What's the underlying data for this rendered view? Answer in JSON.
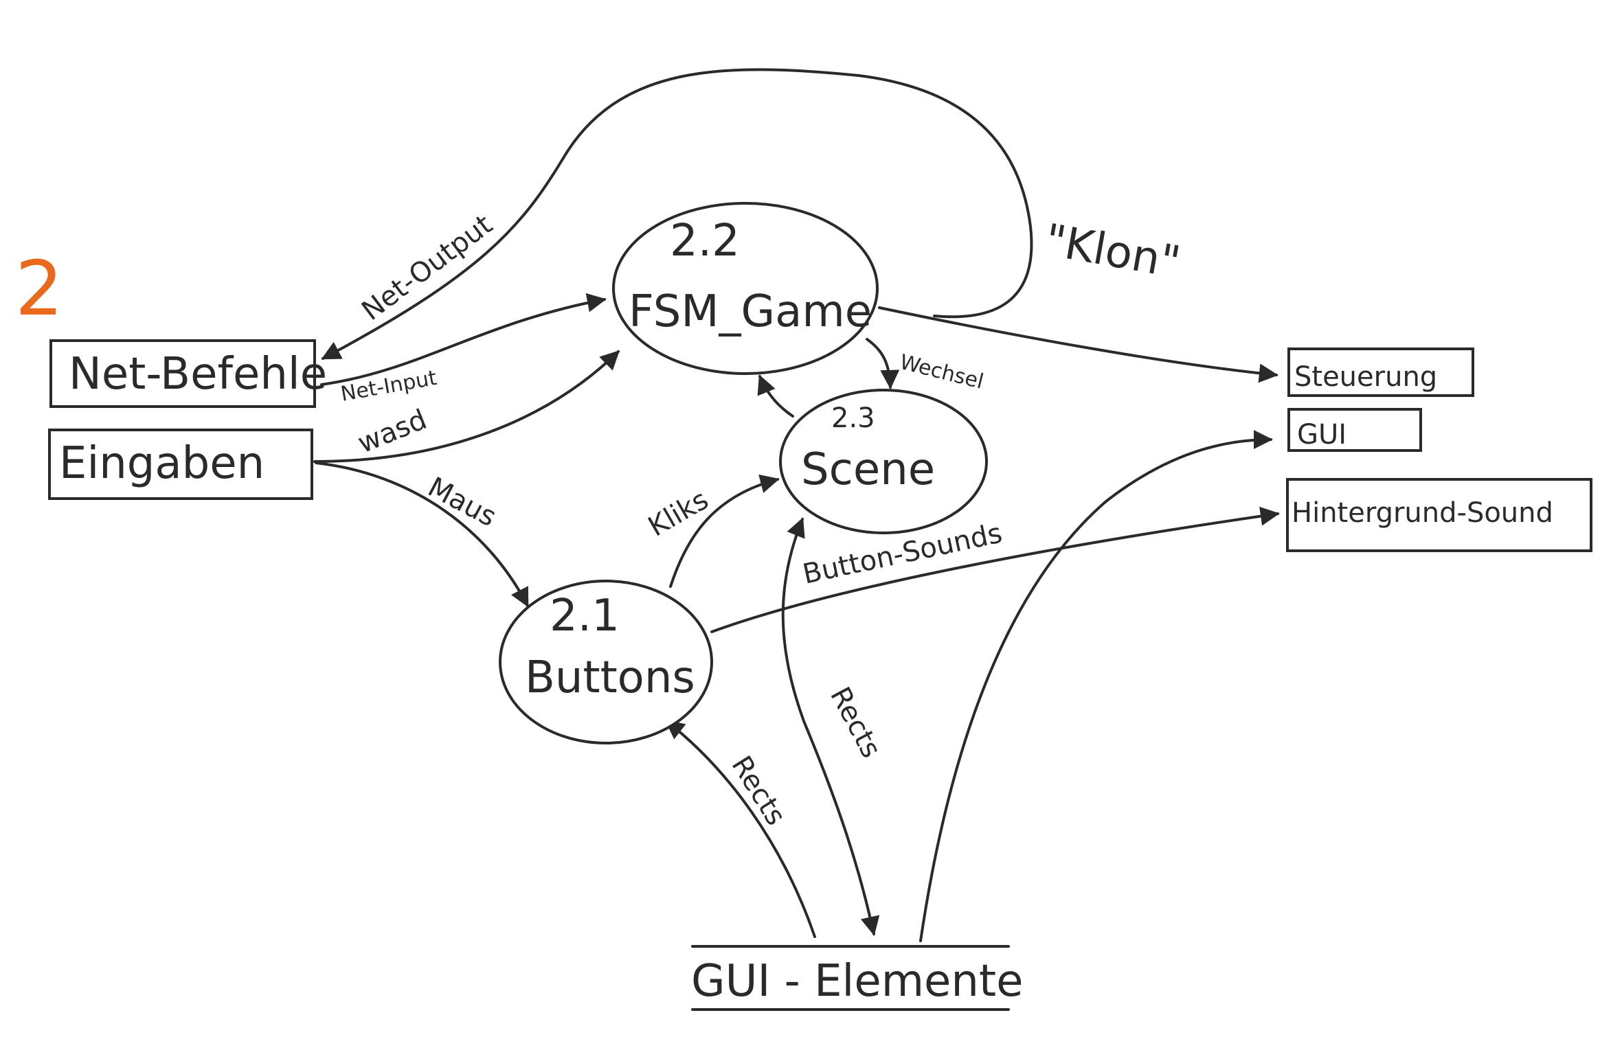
{
  "page_number": "2",
  "processes": {
    "p22": {
      "number": "2.2",
      "name": "FSM_Game"
    },
    "p23": {
      "number": "2.3",
      "name": "Scene"
    },
    "p21": {
      "number": "2.1",
      "name": "Buttons"
    }
  },
  "external_entities": {
    "net_befehle": "Net-Befehle",
    "eingaben": "Eingaben",
    "steuerung": "Steuerung",
    "gui": "GUI",
    "hintergrund_sound": "Hintergrund-Sound"
  },
  "data_store": {
    "gui_elemente": "GUI - Elemente"
  },
  "flows": {
    "net_output": "Net-Output",
    "net_input": "Net-Input",
    "wasd": "wasd",
    "maus": "Maus",
    "klon": "\"Klon\"",
    "wechsel": "Wechsel",
    "kliks": "Kliks",
    "button_sounds": "Button-Sounds",
    "rects_scene": "Rects",
    "rects_buttons": "Rects"
  },
  "colors": {
    "ink": "#2a2a2a",
    "accent": "#e86a1a"
  }
}
